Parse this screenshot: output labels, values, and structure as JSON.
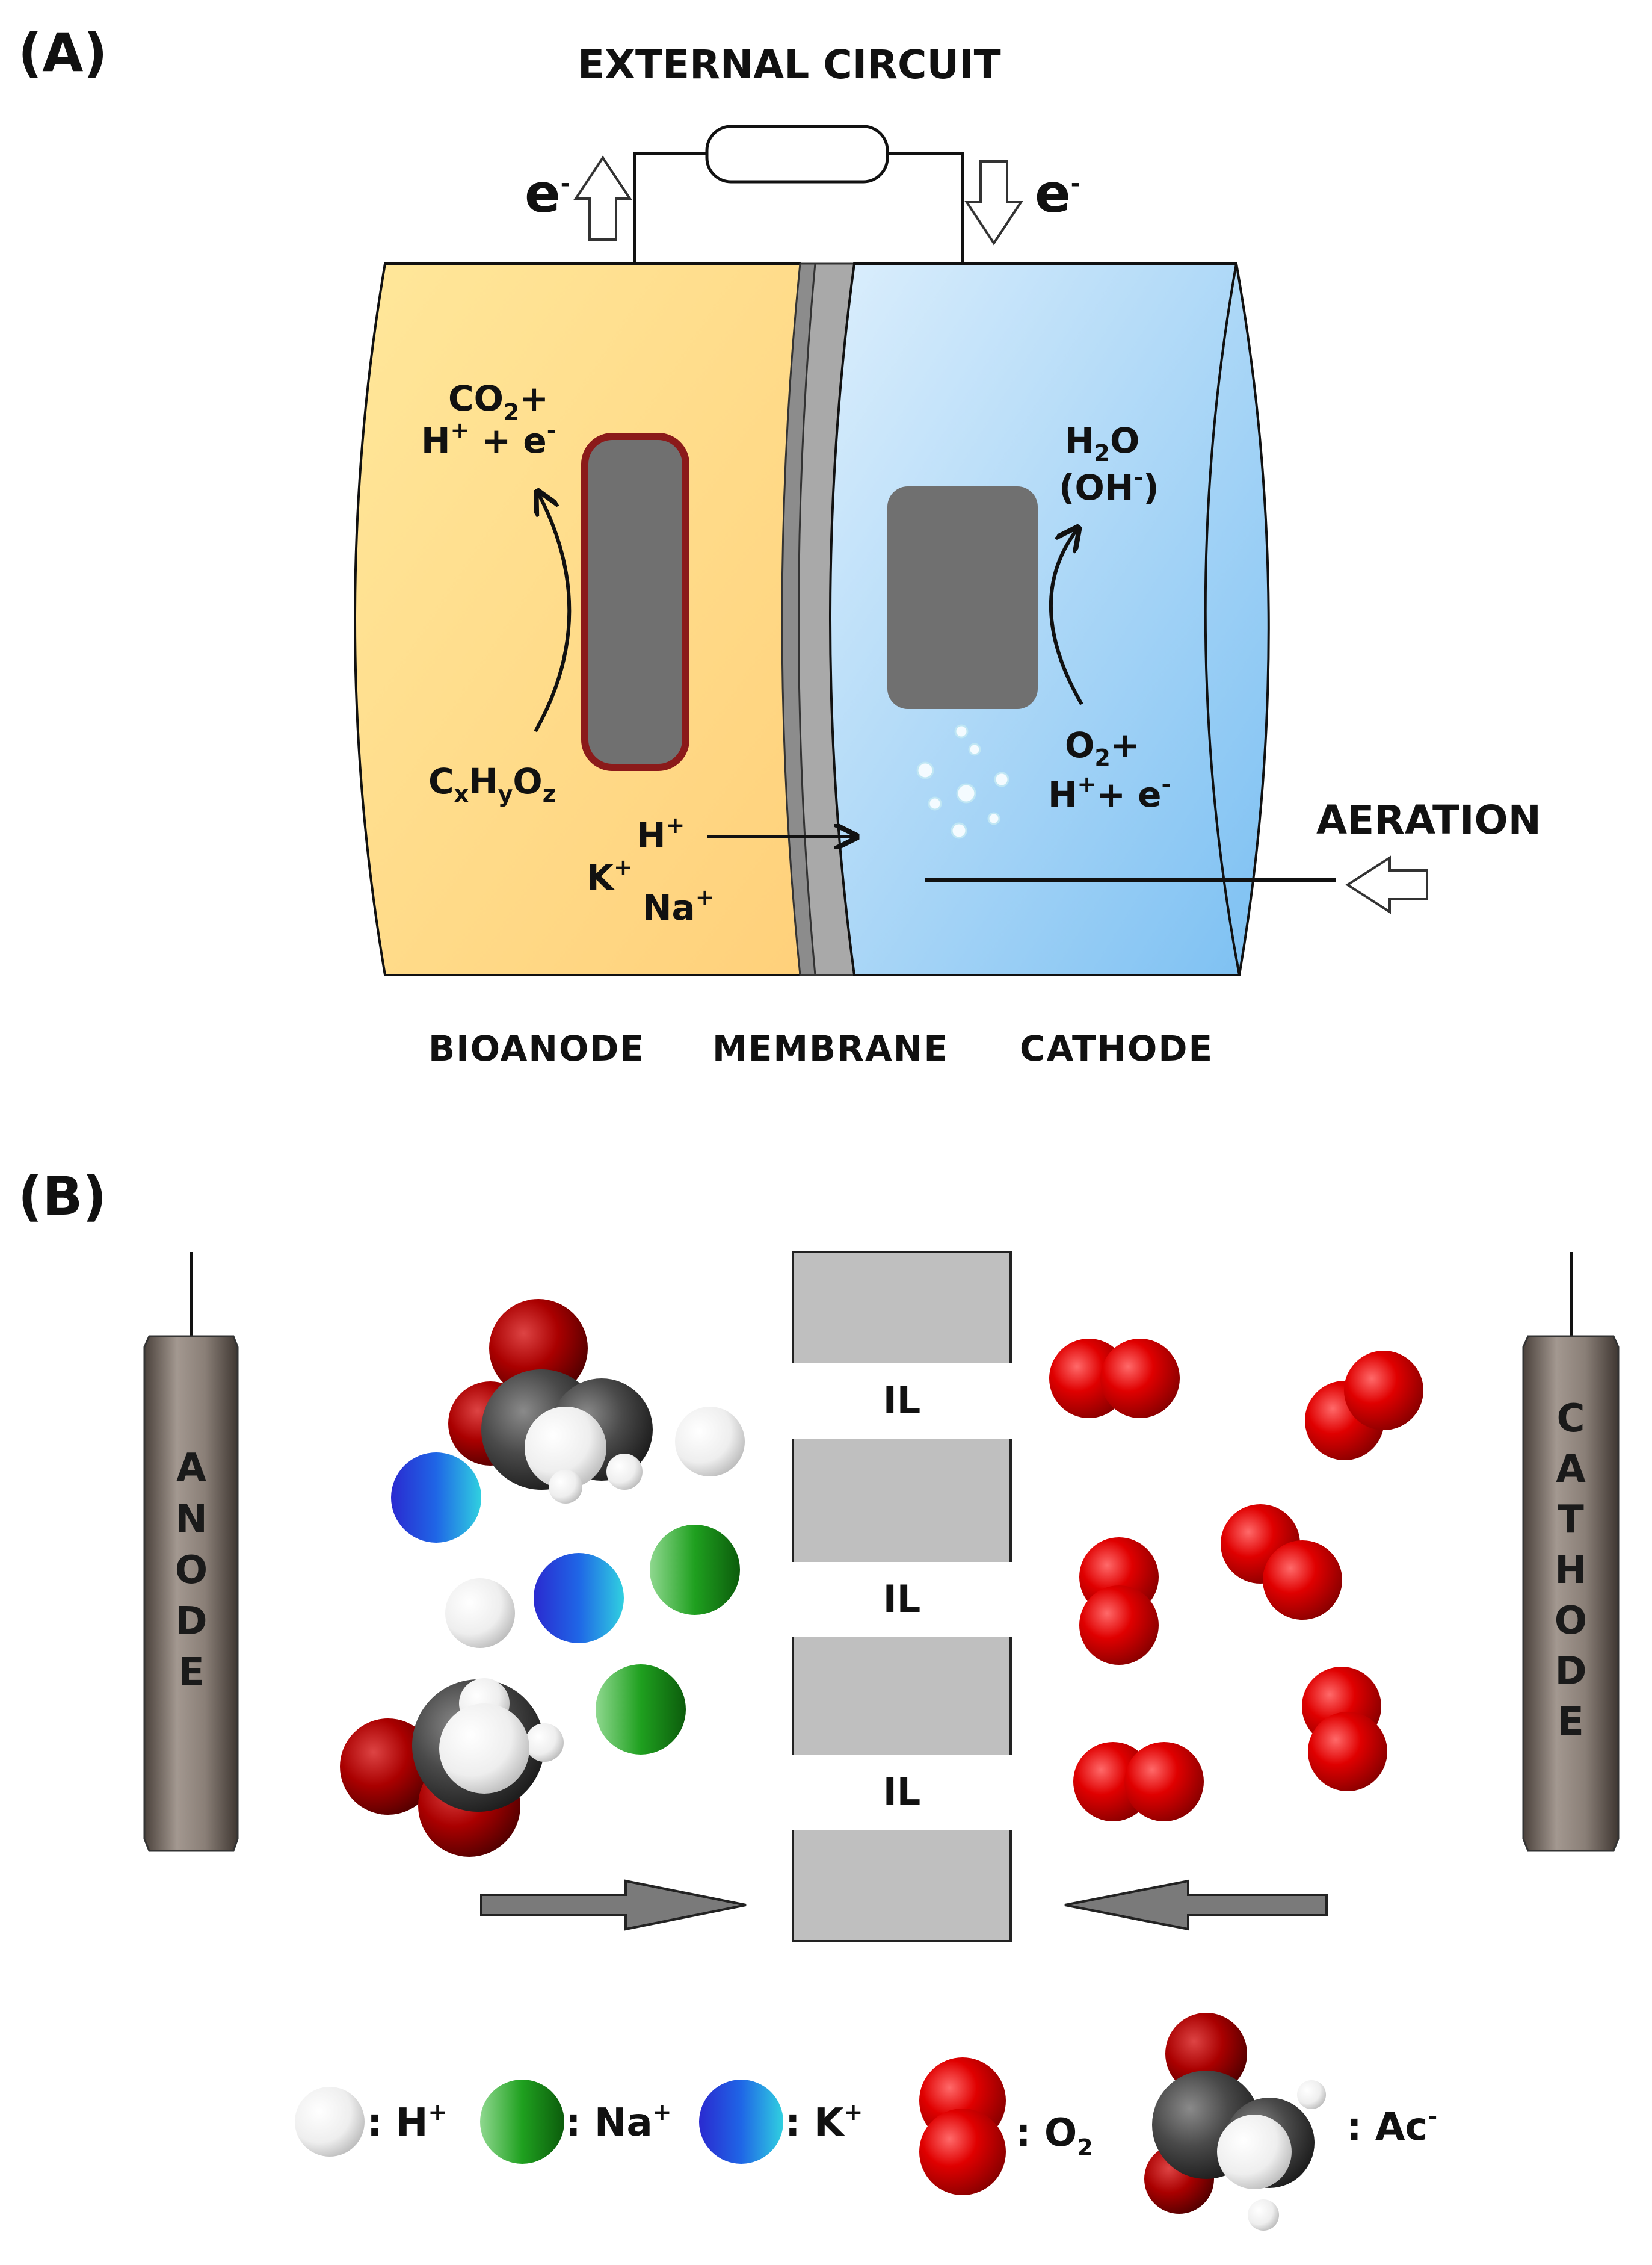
{
  "panel_a": {
    "label": "(A)",
    "external_circuit": "EXTERNAL CIRCUIT",
    "electron_left": "e",
    "electron_right": "e",
    "electron_sup": "-",
    "anode_top_line1_a": "CO",
    "anode_top_line1_sub": "2",
    "anode_top_line1_b": "+",
    "anode_top_line2_a": "H",
    "anode_top_line2_sup": "+",
    "anode_top_line2_b": " + e",
    "anode_top_line2_sup2": "-",
    "substrate_c": "C",
    "substrate_x": "x",
    "substrate_h": "H",
    "substrate_y": "y",
    "substrate_o": "O",
    "substrate_z": "z",
    "ion_h": "H",
    "ion_k": "K",
    "ion_na": "Na",
    "ion_sup": "+",
    "cathode_prod_a": "H",
    "cathode_prod_sub": "2",
    "cathode_prod_b": "O",
    "cathode_prod2_a": "(OH",
    "cathode_prod2_sup": "-",
    "cathode_prod2_b": ")",
    "cathode_react1_a": "O",
    "cathode_react1_sub": "2",
    "cathode_react1_b": "+",
    "cathode_react2_a": "H",
    "cathode_react2_sup": "+",
    "cathode_react2_b": "+ e",
    "cathode_react2_sup2": "-",
    "aeration": "AERATION",
    "bottom_labels": [
      "BIOANODE",
      "MEMBRANE",
      "CATHODE"
    ],
    "colors": {
      "anode_fill": "#ffe28a",
      "cathode_fill": "#9fd0f5",
      "electrode": "#707070",
      "electrode_border": "#8b1a1a"
    }
  },
  "panel_b": {
    "label": "(B)",
    "anode_letters": [
      "A",
      "N",
      "O",
      "D",
      "E"
    ],
    "cathode_letters": [
      "C",
      "A",
      "T",
      "H",
      "O",
      "D",
      "E"
    ],
    "il_labels": [
      "IL",
      "IL",
      "IL"
    ],
    "legend": [
      {
        "icon": "h-ion",
        "text": ": H",
        "sup": "+",
        "color": "#f4f4f4"
      },
      {
        "icon": "na-ion",
        "text": ": Na",
        "sup": "+",
        "color": "#1fa01f"
      },
      {
        "icon": "k-ion",
        "text": ": K",
        "sup": "+",
        "color": "#1f4fd8"
      },
      {
        "icon": "o2-molecule",
        "text": ": O",
        "sub": "2",
        "color": "#e00000"
      },
      {
        "icon": "acetate-molecule",
        "text": ": Ac",
        "sup": "-",
        "color": "#404040"
      }
    ]
  }
}
